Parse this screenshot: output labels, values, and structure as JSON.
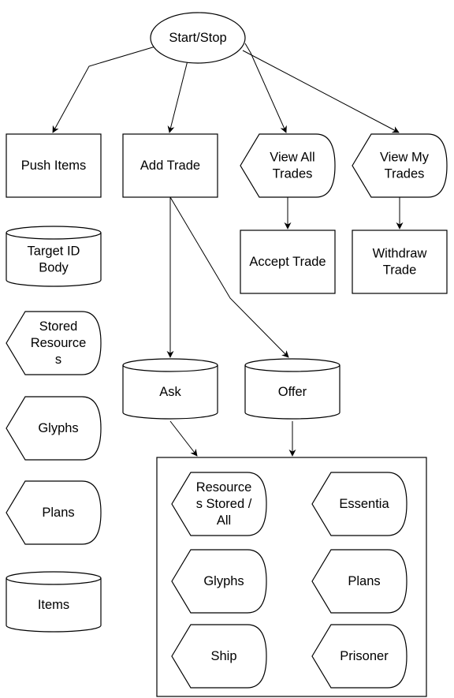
{
  "colors": {
    "stroke": "#000000",
    "fill": "#ffffff",
    "text": "#000000"
  },
  "nodes": {
    "start_stop": {
      "lines": [
        "Start/Stop"
      ],
      "shape": "ellipse"
    },
    "push_items": {
      "lines": [
        "Push Items"
      ],
      "shape": "rectangle"
    },
    "add_trade": {
      "lines": [
        "Add Trade"
      ],
      "shape": "rectangle"
    },
    "view_all_trades": {
      "lines": [
        "View All",
        "Trades"
      ],
      "shape": "display"
    },
    "view_my_trades": {
      "lines": [
        "View My",
        "Trades"
      ],
      "shape": "display"
    },
    "accept_trade": {
      "lines": [
        "Accept Trade"
      ],
      "shape": "rectangle"
    },
    "withdraw_trade": {
      "lines": [
        "Withdraw",
        "Trade"
      ],
      "shape": "rectangle"
    },
    "target_id_body": {
      "lines": [
        "Target ID",
        "Body"
      ],
      "shape": "cylinder"
    },
    "stored_resources": {
      "lines": [
        "Stored",
        "Resource",
        "s"
      ],
      "shape": "display"
    },
    "glyphs_left": {
      "lines": [
        "Glyphs"
      ],
      "shape": "display"
    },
    "plans_left": {
      "lines": [
        "Plans"
      ],
      "shape": "display"
    },
    "items": {
      "lines": [
        "Items"
      ],
      "shape": "cylinder"
    },
    "ask": {
      "lines": [
        "Ask"
      ],
      "shape": "cylinder"
    },
    "offer": {
      "lines": [
        "Offer"
      ],
      "shape": "cylinder"
    },
    "resources_stored_all": {
      "lines": [
        "Resource",
        "s Stored /",
        "All"
      ],
      "shape": "display"
    },
    "essentia": {
      "lines": [
        "Essentia"
      ],
      "shape": "display"
    },
    "glyphs_box": {
      "lines": [
        "Glyphs"
      ],
      "shape": "display"
    },
    "plans_box": {
      "lines": [
        "Plans"
      ],
      "shape": "display"
    },
    "ship": {
      "lines": [
        "Ship"
      ],
      "shape": "display"
    },
    "prisoner": {
      "lines": [
        "Prisoner"
      ],
      "shape": "display"
    }
  },
  "edges": [
    {
      "from": "start_stop",
      "to": "push_items"
    },
    {
      "from": "start_stop",
      "to": "add_trade"
    },
    {
      "from": "start_stop",
      "to": "view_all_trades"
    },
    {
      "from": "start_stop",
      "to": "view_my_trades"
    },
    {
      "from": "view_all_trades",
      "to": "accept_trade"
    },
    {
      "from": "view_my_trades",
      "to": "withdraw_trade"
    },
    {
      "from": "add_trade",
      "to": "ask"
    },
    {
      "from": "add_trade",
      "to": "offer"
    },
    {
      "from": "ask",
      "to": "asset-container"
    },
    {
      "from": "offer",
      "to": "asset-container"
    }
  ]
}
